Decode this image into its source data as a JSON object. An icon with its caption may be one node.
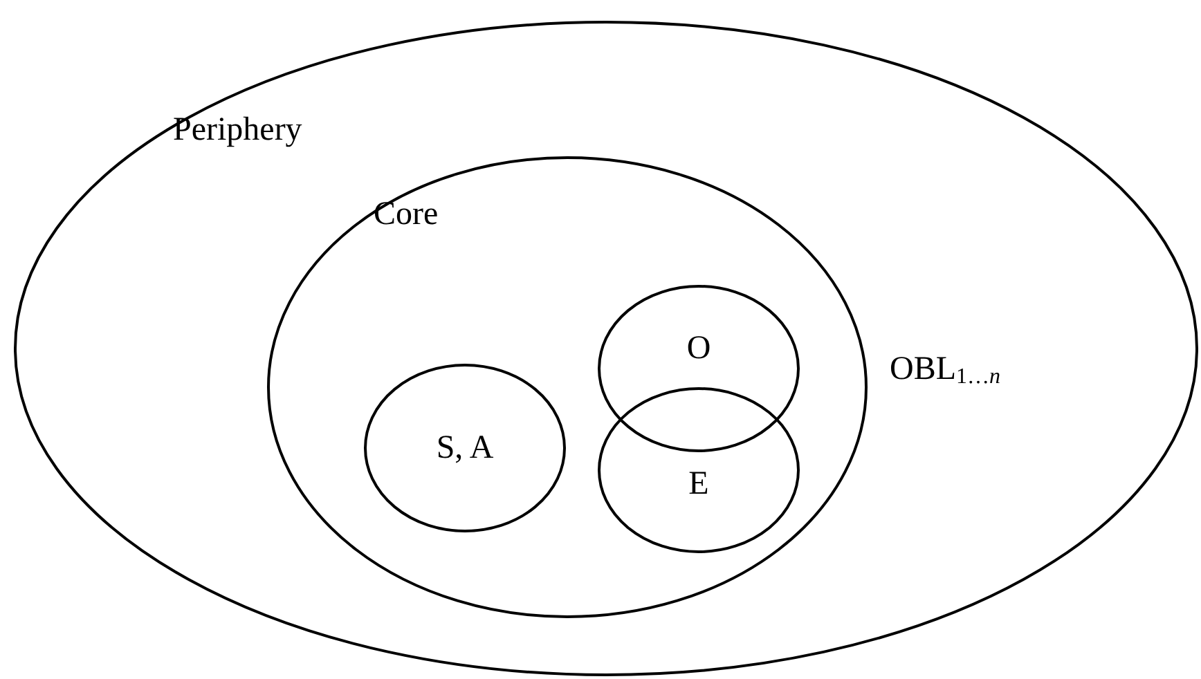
{
  "diagram": {
    "nodes": [
      {
        "text": [
          "Periphery"
        ]
      },
      {
        "text": [
          "Core"
        ],
        "in": 0
      },
      {
        "text": [
          "S, A"
        ],
        "in": 1
      },
      {
        "text": [
          "O"
        ],
        "in": 1
      },
      {
        "text": [
          "E"
        ],
        "in": 1
      }
    ],
    "labels": [
      "OBL$_{1…}$*$_{n}$*"
    ]
  }
}
